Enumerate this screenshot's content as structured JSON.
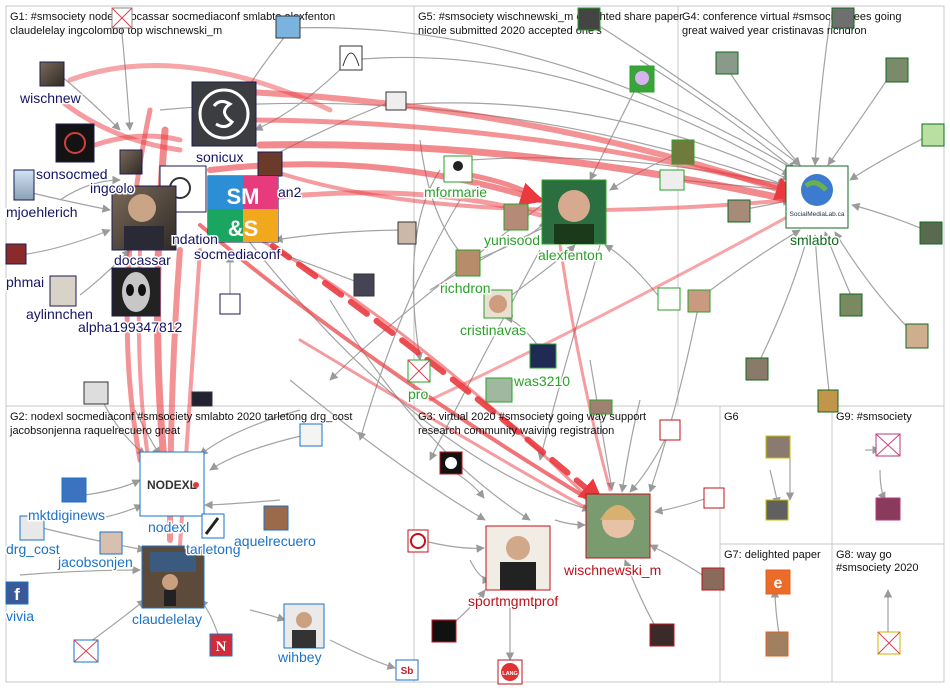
{
  "groups": [
    {
      "id": "G1",
      "title_lines": [
        "G1: #smsociety nodexl docassar socmediaconf smlabto alexfenton",
        "claudelelay ingcolombo top wischnewski_m"
      ]
    },
    {
      "id": "G2",
      "title_lines": [
        "G2: nodexl socmediaconf #smsociety smlabto 2020 tarletong drg_cost",
        "jacobsonjenna raquelrecuero great"
      ]
    },
    {
      "id": "G3",
      "title_lines": [
        "G3: virtual 2020 #smsociety going way support",
        "research community waiving registration"
      ]
    },
    {
      "id": "G4",
      "title_lines": [
        "G4: conference virtual #smsociety fees going",
        "great waived year cristinavas richdron"
      ]
    },
    {
      "id": "G5",
      "title_lines": [
        "G5: #smsociety wischnewski_m delighted share paper",
        "nicole submitted 2020 accepted one's"
      ]
    },
    {
      "id": "G6",
      "title_lines": [
        "G6"
      ]
    },
    {
      "id": "G7",
      "title_lines": [
        "G7: delighted paper",
        "accepted",
        "#smsociety 2020",
        "gutted going ahead",
        "chicago right"
      ]
    },
    {
      "id": "G8",
      "title_lines": [
        "G8: way go",
        "#smsociety 2020"
      ]
    },
    {
      "id": "G9",
      "title_lines": [
        "G9: #smsociety"
      ]
    }
  ],
  "labels": [
    {
      "text": "wischnew",
      "group": "G1"
    },
    {
      "text": "sonicux",
      "group": "G1"
    },
    {
      "text": "sonsocmed",
      "group": "G1"
    },
    {
      "text": "ingcolo",
      "group": "G1"
    },
    {
      "text": "mjoehlerich",
      "group": "G1"
    },
    {
      "text": "an2",
      "group": "G1"
    },
    {
      "text": "ndation",
      "group": "G1"
    },
    {
      "text": "docassar",
      "group": "G1"
    },
    {
      "text": "socmediaconf",
      "group": "G1"
    },
    {
      "text": "phmai",
      "group": "G1"
    },
    {
      "text": "aylinnchen",
      "group": "G1"
    },
    {
      "text": "alpha199347812",
      "group": "G1"
    },
    {
      "text": "mformarie",
      "group": "G4"
    },
    {
      "text": "yunisood",
      "group": "G4"
    },
    {
      "text": "alexfenton",
      "group": "G4"
    },
    {
      "text": "richdron",
      "group": "G4"
    },
    {
      "text": "cristinavas",
      "group": "G4"
    },
    {
      "text": "was3210",
      "group": "G4"
    },
    {
      "text": "pro",
      "group": "G4"
    },
    {
      "text": "smlabto",
      "group": "G3"
    },
    {
      "text": "mktdiginews",
      "group": "G2"
    },
    {
      "text": "nodexl",
      "group": "G2"
    },
    {
      "text": "drg_cost",
      "group": "G2"
    },
    {
      "text": "jacobsonjen",
      "group": "G2"
    },
    {
      "text": "tarletong",
      "group": "G2"
    },
    {
      "text": "aquelrecuero",
      "group": "G2"
    },
    {
      "text": "vivia",
      "group": "G2"
    },
    {
      "text": "claudelelay",
      "group": "G2"
    },
    {
      "text": "wihbey",
      "group": "G2"
    },
    {
      "text": "wischnewski_m",
      "group": "G5"
    },
    {
      "text": "sportmgmtprof",
      "group": "G5"
    }
  ],
  "logos": {
    "socmediaconf": [
      "SM",
      "&S"
    ],
    "nodexl": "NODEXL",
    "smlabto": "SocialMediaLab.ca",
    "netflix": "N",
    "sb": "Sb",
    "etsy": "e",
    "lang": "LANG"
  },
  "colors": {
    "G1": "#141466",
    "G2": "#1a73c9",
    "G3": "#0f6a1f",
    "G4": "#2aa12a",
    "G5": "#c0101a",
    "edge_red": "#e8313a",
    "edge_grey": "#9a9a9a"
  }
}
